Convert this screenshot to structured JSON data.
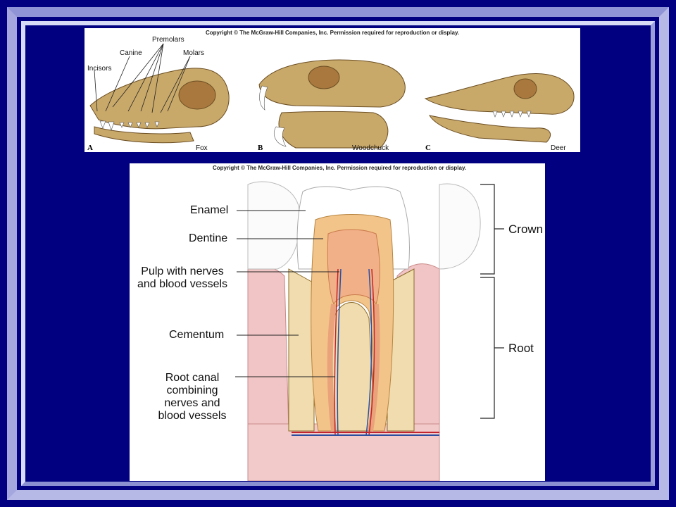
{
  "slide": {
    "skulls_panel": {
      "copyright": "Copyright © The McGraw-Hill Companies, Inc. Permission required for reproduction or display.",
      "labels": {
        "premolars": "Premolars",
        "canine": "Canine",
        "molars": "Molars",
        "incisors": "Incisors"
      },
      "panels": [
        {
          "letter": "A",
          "name": "Fox"
        },
        {
          "letter": "B",
          "name": "Woodchuck"
        },
        {
          "letter": "C",
          "name": "Deer"
        }
      ]
    },
    "tooth_panel": {
      "copyright": "Copyright © The McGraw-Hill Companies, Inc. Permission required for reproduction or display.",
      "labels": {
        "enamel": "Enamel",
        "dentine": "Dentine",
        "pulp": "Pulp with nerves\nand blood vessels",
        "cementum": "Cementum",
        "root_canal": "Root canal\ncombining\nnerves and\nblood vessels",
        "crown": "Crown",
        "root": "Root"
      }
    }
  }
}
